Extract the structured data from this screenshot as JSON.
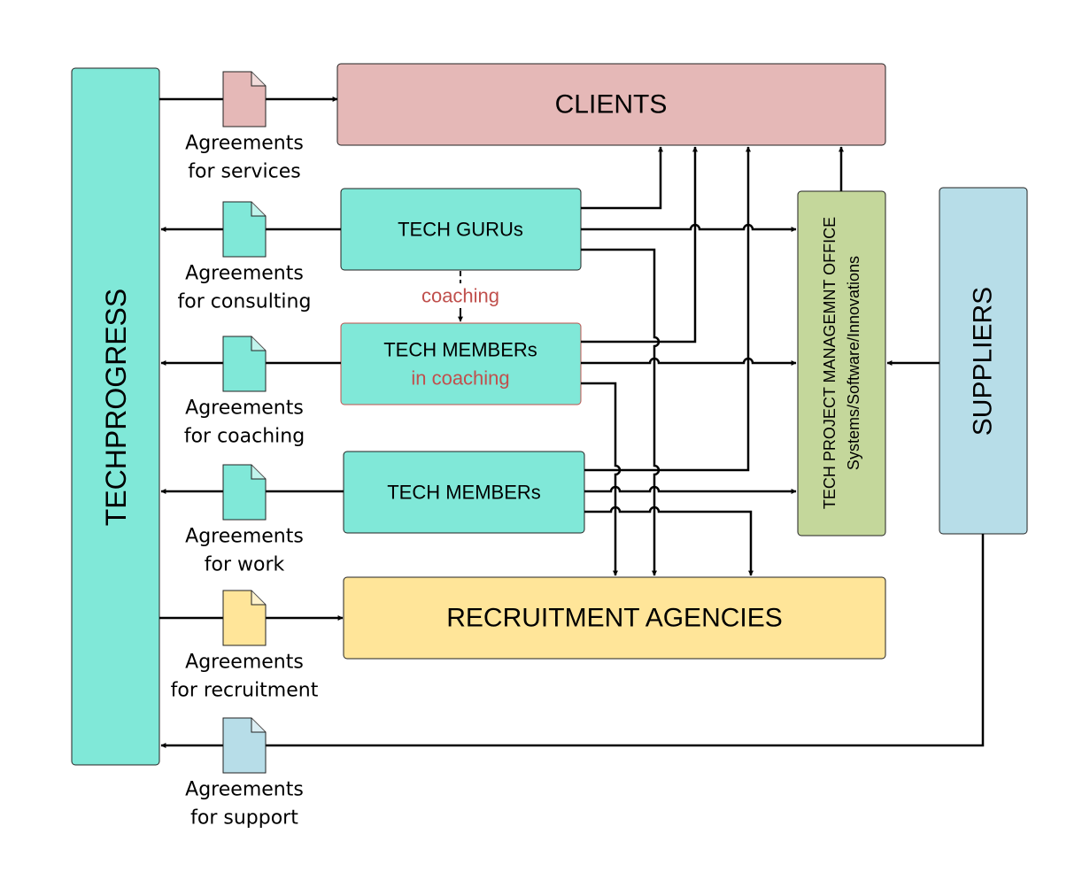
{
  "colors": {
    "teal": "#80e8d8",
    "clients": "#e5b8b7",
    "recruitment": "#ffe599",
    "pmo": "#c4d79b",
    "suppliers": "#b7dde8",
    "coaching_text": "#c0504d",
    "line": "#000000"
  },
  "techprogress": {
    "label": "TECHPROGRESS"
  },
  "clients": {
    "label": "CLIENTS"
  },
  "recruitment_agencies": {
    "label": "RECRUITMENT AGENCIES"
  },
  "suppliers": {
    "label": "SUPPLIERS"
  },
  "pmo": {
    "line1": "TECH PROJECT MANAGEMNT OFFICE",
    "line2": "Systems/Software/Innovations"
  },
  "tech_gurus": {
    "label": "TECH GURUs"
  },
  "tech_members_coaching": {
    "line1": "TECH MEMBERs",
    "line2": "in coaching"
  },
  "tech_members": {
    "label": "TECH MEMBERs"
  },
  "coaching_label": "coaching",
  "agreements": [
    {
      "line1": "Agreements",
      "line2": "for services",
      "icon": "document-icon",
      "color": "#e5b8b7"
    },
    {
      "line1": "Agreements",
      "line2": "for consulting",
      "icon": "document-icon",
      "color": "#80e8d8"
    },
    {
      "line1": "Agreements",
      "line2": "for coaching",
      "icon": "document-icon",
      "color": "#80e8d8"
    },
    {
      "line1": "Agreements",
      "line2": "for work",
      "icon": "document-icon",
      "color": "#80e8d8"
    },
    {
      "line1": "Agreements",
      "line2": "for recruitment",
      "icon": "document-icon",
      "color": "#ffe599"
    },
    {
      "line1": "Agreements",
      "line2": "for support",
      "icon": "document-icon",
      "color": "#b7dde8"
    }
  ]
}
